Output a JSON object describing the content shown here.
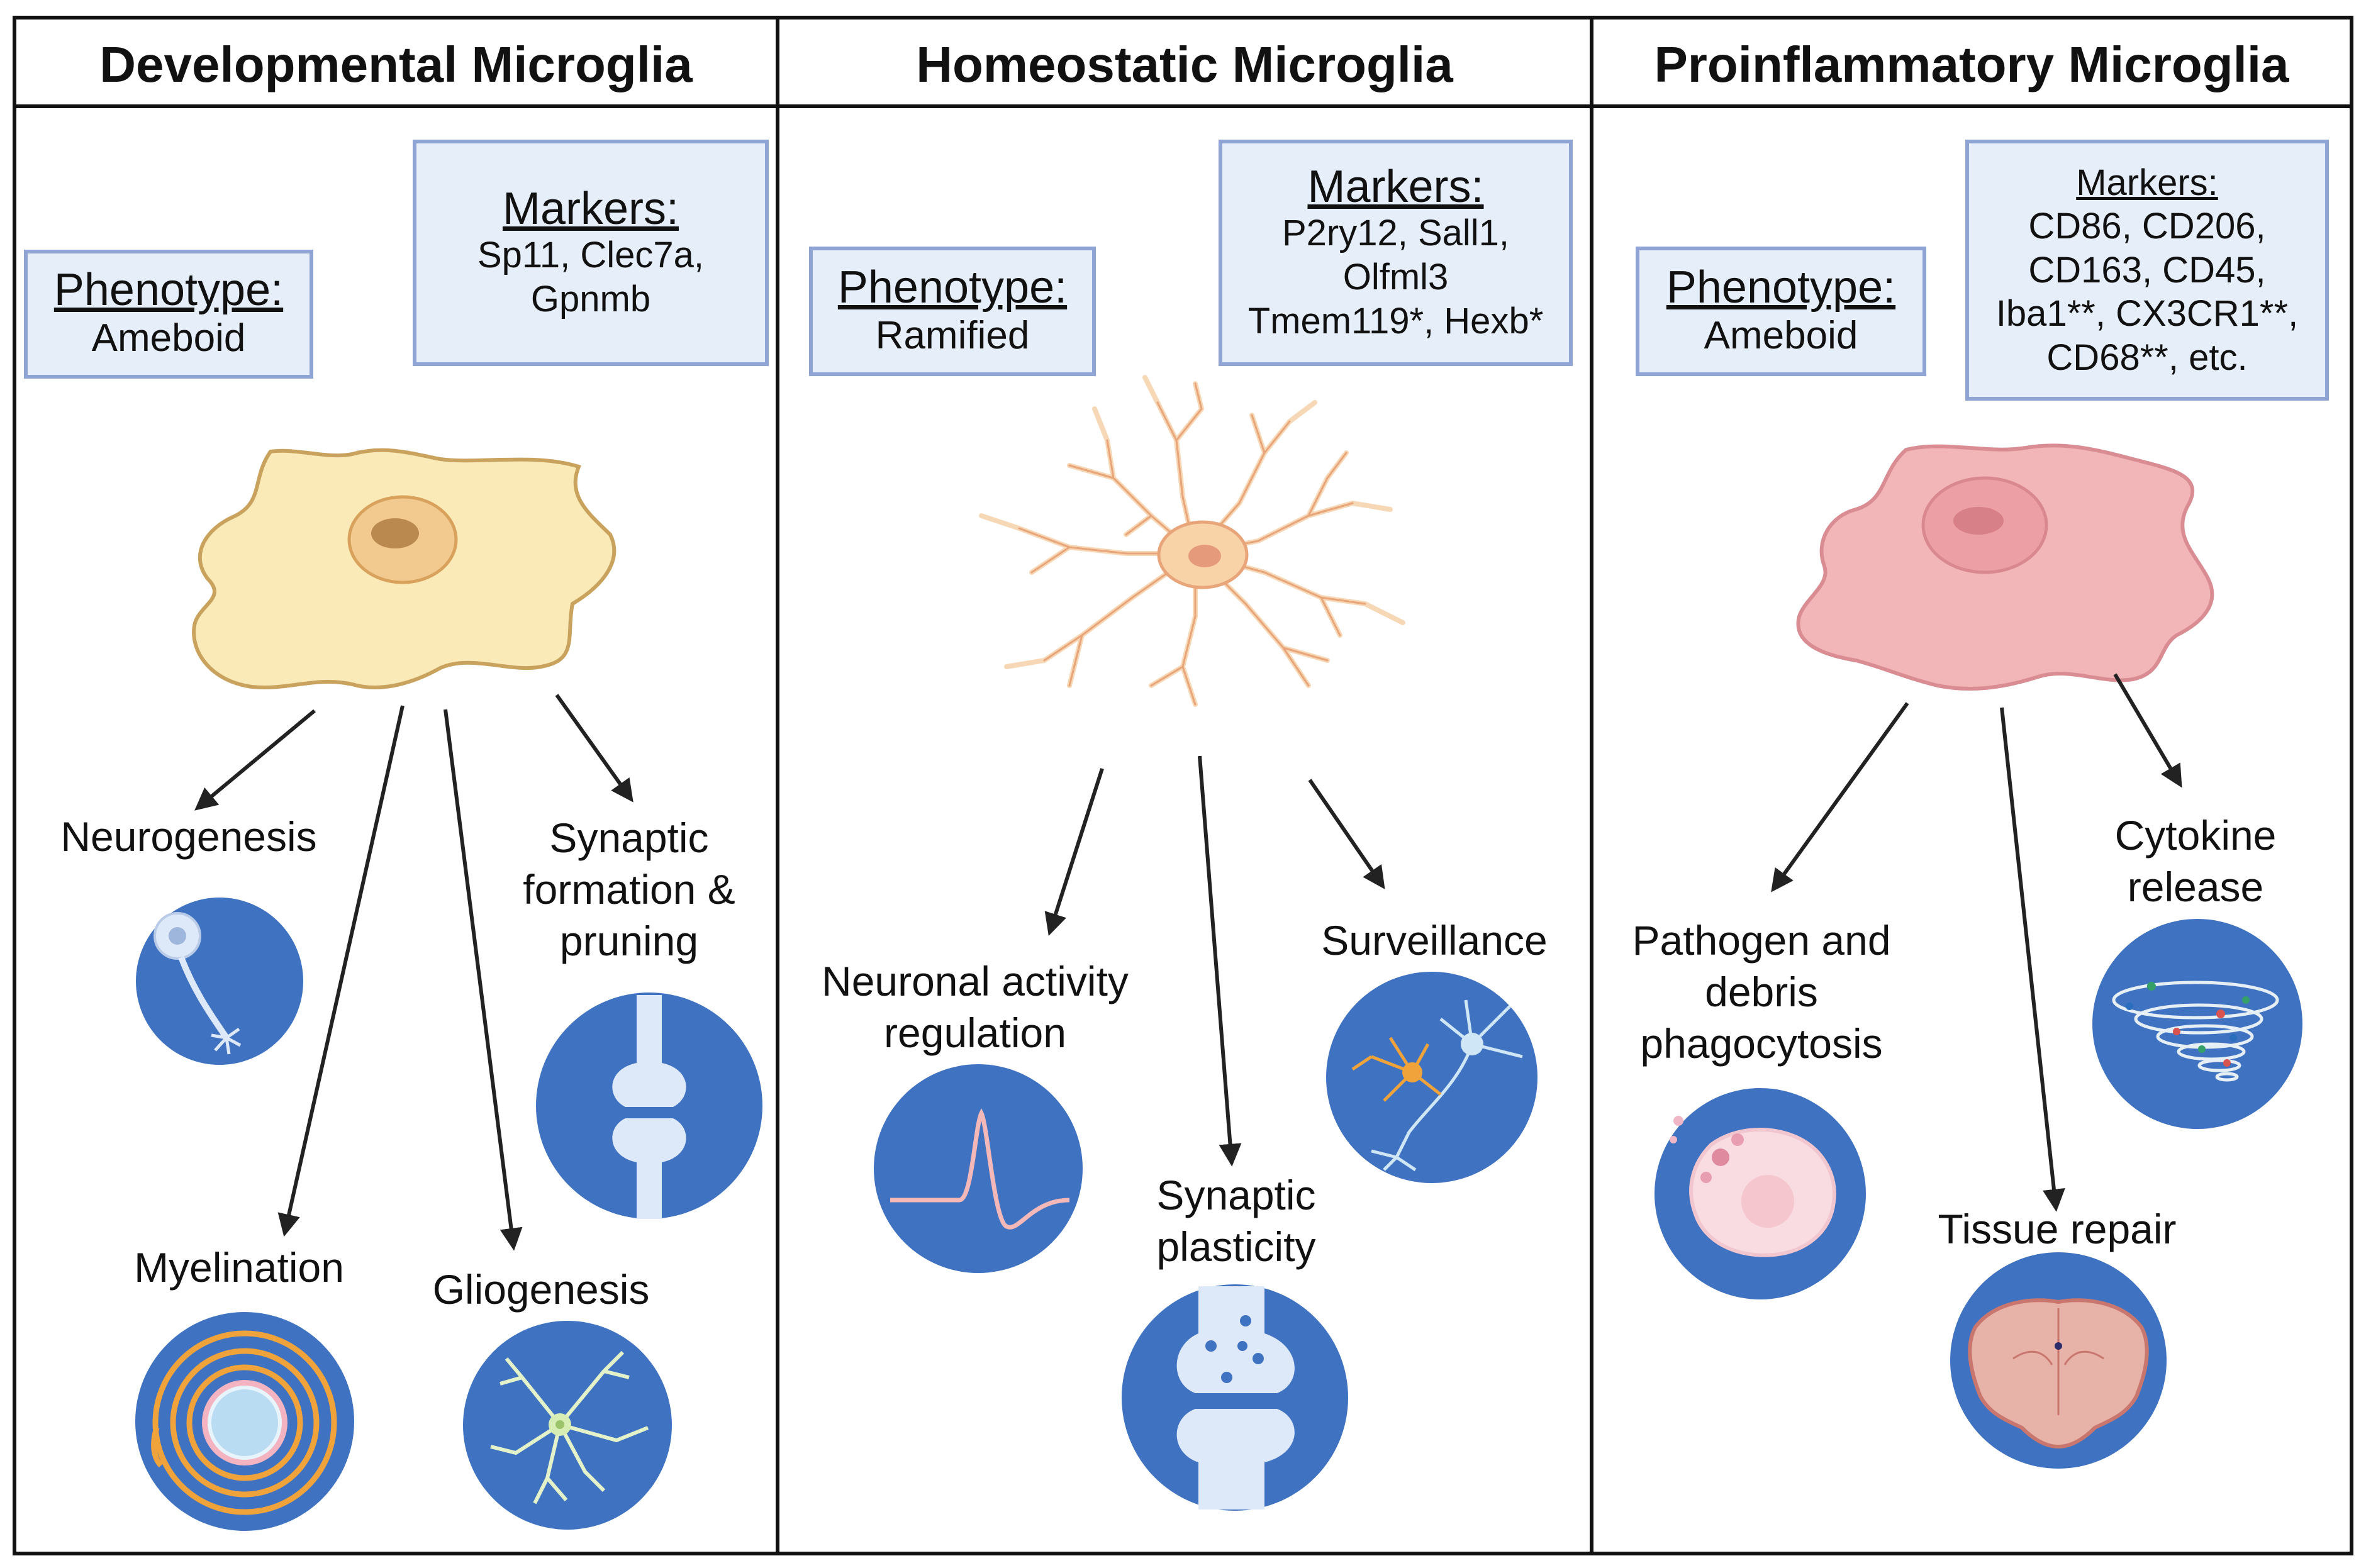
{
  "panels": [
    {
      "title": "Developmental Microglia",
      "phenotype": {
        "heading": "Phenotype:",
        "value": "Ameboid"
      },
      "markers": {
        "heading": "Markers:",
        "lines": [
          "Sp11, Clec7a,",
          "Gpnmb"
        ]
      },
      "functions": [
        "Neurogenesis",
        "Myelination",
        "Gliogenesis",
        "Synaptic",
        "formation &",
        "pruning"
      ]
    },
    {
      "title": "Homeostatic Microglia",
      "phenotype": {
        "heading": "Phenotype:",
        "value": "Ramified"
      },
      "markers": {
        "heading": "Markers:",
        "lines": [
          "P2ry12, Sall1,",
          "Olfml3",
          "Tmem119*, Hexb*"
        ]
      },
      "functions": [
        "Neuronal activity",
        "regulation",
        "Synaptic",
        "plasticity",
        "Surveillance"
      ]
    },
    {
      "title": "Proinflammatory Microglia",
      "phenotype": {
        "heading": "Phenotype:",
        "value": "Ameboid"
      },
      "markers": {
        "heading": "Markers:",
        "lines": [
          "CD86, CD206,",
          "CD163, CD45,",
          "Iba1**, CX3CR1**,",
          "CD68**, etc."
        ]
      },
      "functions": [
        "Pathogen and",
        "debris",
        "phagocytosis",
        "Tissue repair",
        "Cytokine",
        "release"
      ]
    }
  ],
  "colors": {
    "circle": "#3f72c1",
    "box_fill": "#e6eef9",
    "box_border": "#8fa3d4",
    "developmental_cell": "#f9eab7",
    "homeostatic_cell": "#f5c99b",
    "proinflammatory_cell": "#f3b6b8"
  },
  "icons": [
    "neuron-icon",
    "myelin-sheath-icon",
    "astrocyte-icon",
    "synapse-icon",
    "action-potential-icon",
    "synaptic-vesicle-icon",
    "neuron-microglia-icon",
    "phagocyte-icon",
    "brain-section-icon",
    "cytokine-swirl-icon"
  ]
}
